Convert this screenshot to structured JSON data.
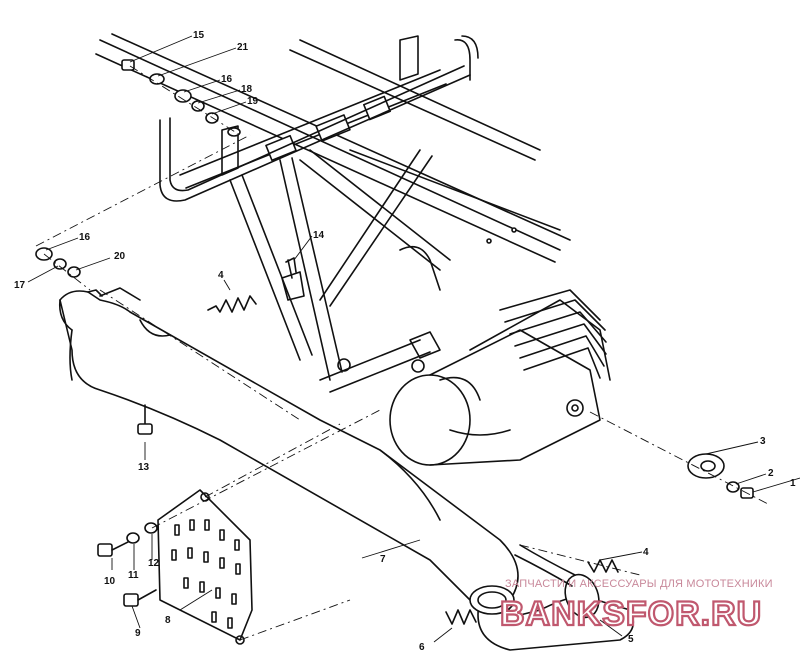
{
  "diagram": {
    "callouts": {
      "c15": "15",
      "c21": "21",
      "c16a": "16",
      "c18": "18",
      "c19": "19",
      "c16b": "16",
      "c17": "17",
      "c20": "20",
      "c14": "14",
      "c4a": "4",
      "c13": "13",
      "c3": "3",
      "c2": "2",
      "c1": "1",
      "c7": "7",
      "c4b": "4",
      "c10": "10",
      "c11": "11",
      "c12": "12",
      "c8": "8",
      "c9": "9",
      "c6": "6",
      "c5": "5"
    },
    "watermark": {
      "tagline": "ЗАПЧАСТИ И АКСЕССУАРЫ ДЛЯ МОТОТЕХНИКИ",
      "brand": "BANKSFOR.RU"
    },
    "colors": {
      "ink": "#111111",
      "paper": "#ffffff",
      "watermark": "#c0586e"
    }
  }
}
